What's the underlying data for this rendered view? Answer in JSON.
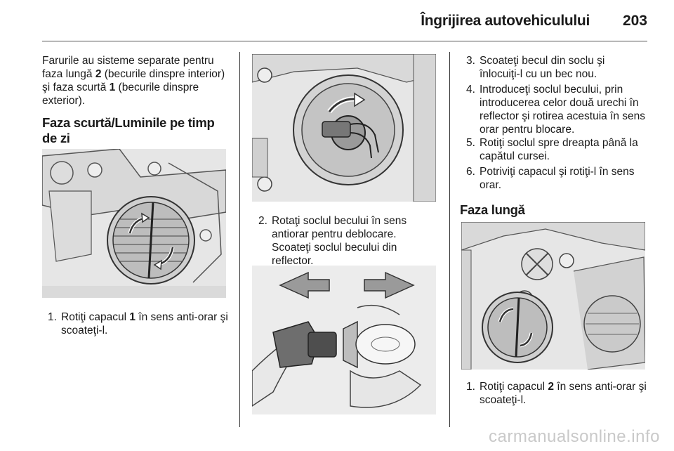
{
  "header": {
    "title": "Îngrijirea autovehiculului",
    "page": "203"
  },
  "col1": {
    "intro_a": "Farurile au sisteme separate pentru faza lungă ",
    "intro_b": "2",
    "intro_c": " (becurile dinspre interior) şi faza scurtă ",
    "intro_d": "1",
    "intro_e": " (becurile dinspre exterior).",
    "heading": "Faza scurtă/Luminile pe timp de zi",
    "step1_num": "1.",
    "step1_a": "Rotiţi capacul ",
    "step1_b": "1",
    "step1_c": " în sens anti-orar şi scoateţi-l."
  },
  "col2": {
    "step2_num": "2.",
    "step2_text": "Rotaţi soclul becului în sens antiorar pentru deblocare. Scoateţi soclul becului din reflector."
  },
  "col3": {
    "steps": [
      {
        "num": "3.",
        "text": "Scoateţi becul din soclu şi înlocuiţi-l cu un bec nou."
      },
      {
        "num": "4.",
        "text": "Introduceţi soclul becului, prin introducerea celor două urechi în reflector şi rotirea acestuia în sens orar pentru blocare."
      },
      {
        "num": "5.",
        "text": "Rotiţi soclul spre dreapta până la capătul cursei."
      },
      {
        "num": "6.",
        "text": "Potriviţi capacul şi rotiţi-l în sens orar."
      }
    ],
    "heading": "Faza lungă",
    "step1_num": "1.",
    "step1_a": "Rotiţi capacul ",
    "step1_b": "2",
    "step1_c": " în sens anti-orar şi scoateţi-l."
  },
  "watermark": "carmanualsonline.info"
}
